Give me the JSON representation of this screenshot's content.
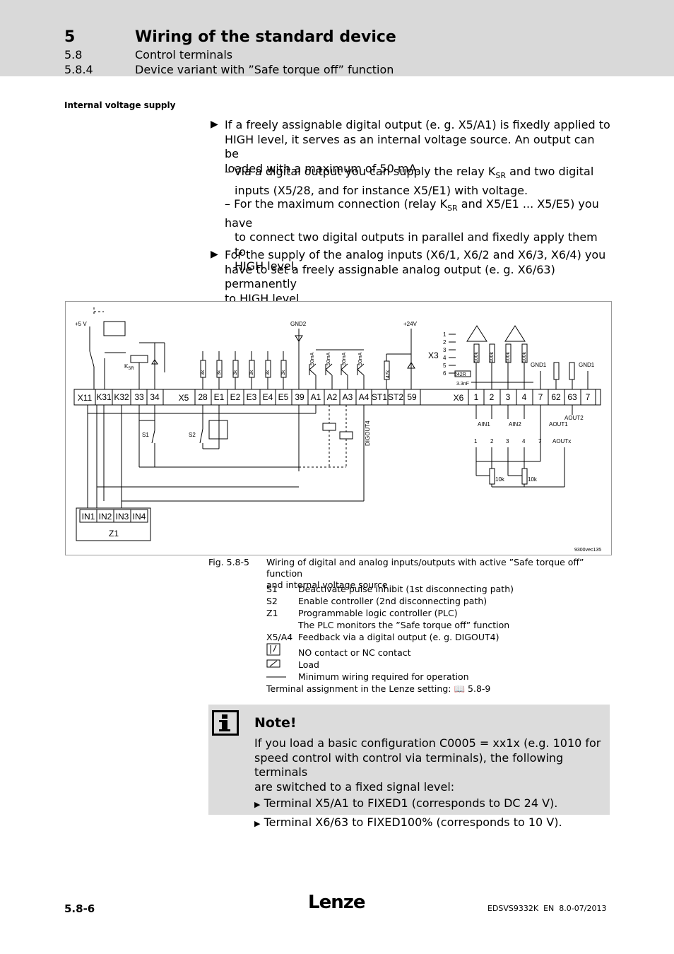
{
  "header": {
    "chapter_num": "5",
    "chapter_title": "Wiring of the standard device",
    "sec_num": "5.8",
    "sec_title": "Control terminals",
    "subsec_num": "5.8.4",
    "subsec_title": "Device variant with ”Safe torque off” function"
  },
  "sidebar_heading": "Internal voltage supply",
  "bullets": {
    "b1_l1": "If a freely assignable digital output (e. g. X5/A1) is fixedly applied to",
    "b1_l2": "HIGH level, it serves as an internal voltage source. An output can be",
    "b1_l3": "loaded with a maximum of 50 mA.",
    "d1_l1a": "– Via a digital output you can supply the relay K",
    "d1_l1sub": "SR",
    "d1_l1b": " and two digital",
    "d1_l2": "inputs (X5/28, and for instance X5/E1) with voltage.",
    "d2_l1a": "– For the maximum connection (relay K",
    "d2_l1sub": "SR",
    "d2_l1b": " and X5/E1 ... X5/E5) you have",
    "d2_l2": "to connect two digital outputs in parallel and fixedly apply them to",
    "d2_l3": "HIGH level.",
    "b2_l1": "For the supply of the analog inputs (X6/1, X6/2 and X6/3, X6/4) you",
    "b2_l2": "have to set a freely assignable analog output (e. g. X6/63) permanently",
    "b2_l3": "to HIGH level."
  },
  "diagram": {
    "x11_label": "X11",
    "x11_terminals": [
      "K31",
      "K32",
      "33",
      "34"
    ],
    "x5_label": "X5",
    "x5_terminals": [
      "28",
      "E1",
      "E2",
      "E3",
      "E4",
      "E5",
      "39",
      "A1",
      "A2",
      "A3",
      "A4",
      "ST1",
      "ST2",
      "59"
    ],
    "x6_label": "X6",
    "x6_terminals": [
      "1",
      "2",
      "3",
      "4",
      "7",
      "62",
      "63",
      "7"
    ],
    "x3_label": "X3",
    "x3_pins": [
      "1",
      "2",
      "3",
      "4",
      "5",
      "6"
    ],
    "v5": "+5 V",
    "v24": "+24V",
    "gnd2": "GND2",
    "gnd1a": "GND1",
    "gnd1b": "GND1",
    "ksr": "K",
    "ksr_sub": "SR",
    "r3k": "3k",
    "ma50": "50mA",
    "r47k": "47k",
    "r100k": "100k",
    "r242r": "242R",
    "cap": "3.3nF",
    "ain1": "AIN1",
    "ain2": "AIN2",
    "aout1": "AOUT1",
    "aout2": "AOUT2",
    "digout4": "DIGOUT4",
    "s1": "S1",
    "s2": "S2",
    "z1_inputs": [
      "IN1",
      "IN2",
      "IN3",
      "IN4"
    ],
    "z1": "Z1",
    "bottom_pins": [
      "1",
      "2",
      "3",
      "4",
      "7"
    ],
    "aoutx": "AOUTx",
    "r10k": "10k",
    "ref": "9300vec135"
  },
  "figure": {
    "num": "Fig. 5.8-5",
    "cap_l1": "Wiring of digital and analog inputs/outputs with active ”Safe torque off” function",
    "cap_l2": "and internal voltage source",
    "legend": [
      {
        "k": "S1",
        "v": "Deactivate pulse inhibit (1st disconnecting path)"
      },
      {
        "k": "S2",
        "v": "Enable controller (2nd disconnecting path)"
      },
      {
        "k": "Z1",
        "v": "Programmable logic controller (PLC)"
      },
      {
        "k": "",
        "v": "The PLC monitors the ”Safe torque off” function"
      },
      {
        "k": "X5/A4",
        "v": "Feedback via a digital output (e. g. DIGOUT4)"
      },
      {
        "k": "",
        "v": "NO contact or NC contact"
      },
      {
        "k": "",
        "v": "Load"
      },
      {
        "k": "",
        "v": "Minimum wiring required for operation"
      }
    ],
    "assignment": "Terminal assignment in the Lenze setting:",
    "assignment_ref": "5.8-9"
  },
  "note": {
    "title": "Note!",
    "l1": "If you load a basic configuration C0005 = xx1x (e.g. 1010 for",
    "l2": "speed control with control via terminals), the following terminals",
    "l3": "are switched to a fixed signal level:",
    "i1": "Terminal X5/A1 to FIXED1 (corresponds to DC 24 V).",
    "i2": "Terminal X6/63 to FIXED100% (corresponds to 10 V)."
  },
  "footer": {
    "page": "5.8-6",
    "logo": "Lenze",
    "doc": "EDSVS9332K  EN  8.0-07/2013"
  }
}
